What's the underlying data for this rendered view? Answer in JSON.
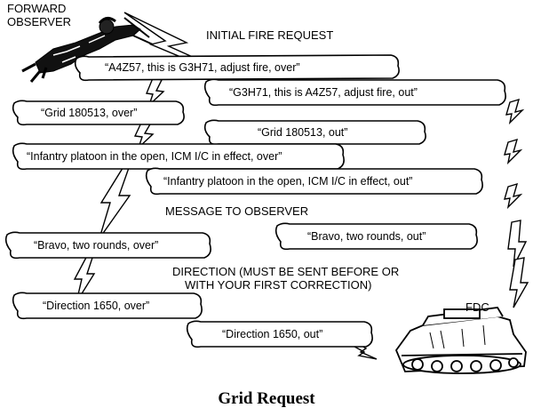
{
  "labels": {
    "forward_observer_line1": "FORWARD",
    "forward_observer_line2": "OBSERVER",
    "initial_fire_request": "INITIAL FIRE REQUEST",
    "message_to_observer": "MESSAGE TO OBSERVER",
    "direction_note_line1": "DIRECTION (MUST BE SENT BEFORE OR",
    "direction_note_line2": "WITH YOUR FIRST CORRECTION)",
    "fdc": "FDC"
  },
  "messages": [
    {
      "side": "observer",
      "text": "“A4Z57, this is G3H71, adjust fire, over”"
    },
    {
      "side": "fdc",
      "text": "“G3H71, this is A4Z57, adjust fire, out”"
    },
    {
      "side": "observer",
      "text": "“Grid 180513, over”"
    },
    {
      "side": "fdc",
      "text": "“Grid 180513, out”"
    },
    {
      "side": "observer",
      "text": "“Infantry platoon in the open, ICM I/C in effect, over”"
    },
    {
      "side": "fdc",
      "text": "“Infantry platoon in the open, ICM I/C in effect, out”"
    },
    {
      "side": "observer",
      "text": "“Bravo, two rounds, over”"
    },
    {
      "side": "fdc",
      "text": "“Bravo, two rounds, out”"
    },
    {
      "side": "observer",
      "text": "“Direction 1650, over”"
    },
    {
      "side": "fdc",
      "text": "“Direction 1650, out”"
    }
  ],
  "caption": "Grid Request",
  "icons": {
    "observer": "prone-soldier-icon",
    "fdc": "armored-vehicle-icon",
    "radio": "lightning-bolt-icon"
  },
  "colors": {
    "ink": "#000000",
    "paper": "#ffffff"
  }
}
